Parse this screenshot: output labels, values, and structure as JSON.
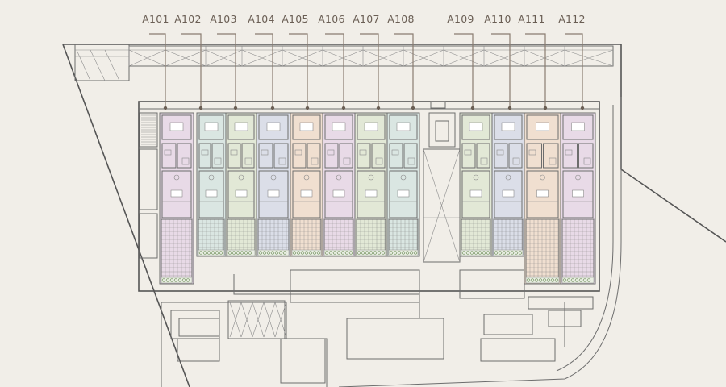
{
  "units": [
    {
      "id": "A101",
      "color": "#e6d6e6"
    },
    {
      "id": "A102",
      "color": "#d6e4e0"
    },
    {
      "id": "A103",
      "color": "#dfe6d2"
    },
    {
      "id": "A104",
      "color": "#d7dae8"
    },
    {
      "id": "A105",
      "color": "#f0dccb"
    },
    {
      "id": "A106",
      "color": "#e6d6e6"
    },
    {
      "id": "A107",
      "color": "#dfe6d2"
    },
    {
      "id": "A108",
      "color": "#d6e4e0"
    },
    {
      "id": "A109",
      "color": "#dfe6d2"
    },
    {
      "id": "A110",
      "color": "#d7dae8"
    },
    {
      "id": "A111",
      "color": "#f0dccb"
    },
    {
      "id": "A112",
      "color": "#e6d6e6"
    }
  ],
  "colors": {
    "background": "#f1eee8",
    "label": "#6a5e54",
    "leader": "#8a7c70",
    "wall": "#6d6d6d",
    "planting": "#6f8f5a"
  }
}
